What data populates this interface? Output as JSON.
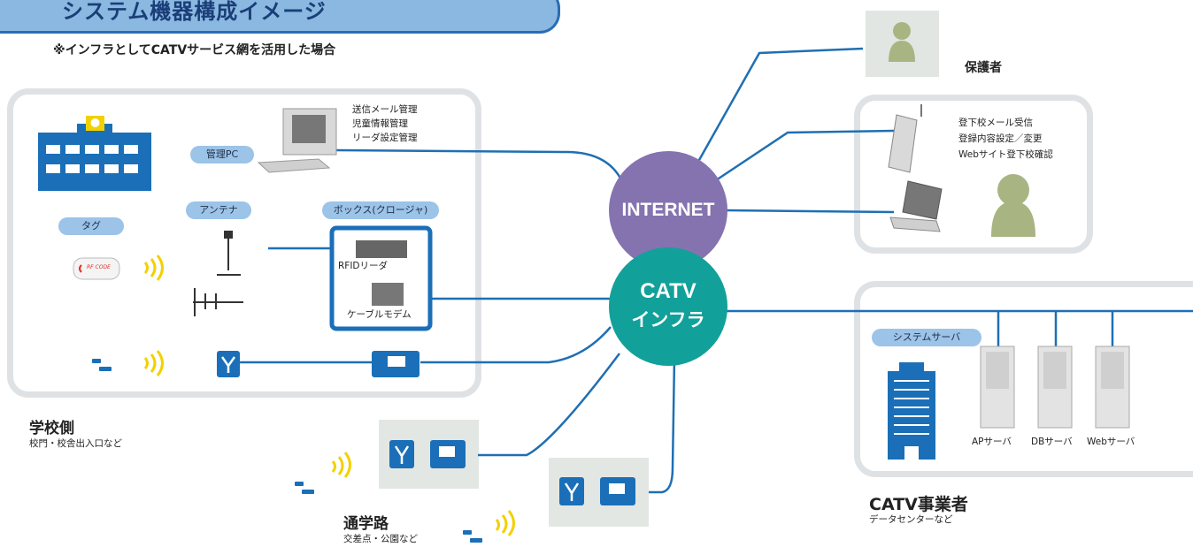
{
  "header": {
    "title": "システム機器構成イメージ",
    "subtitle": "※インフラとしてCATVサービス網を活用した場合"
  },
  "school": {
    "admin_pc_label": "管理PC",
    "admin_pc_desc": [
      "送信メール管理",
      "児童情報管理",
      "リーダ設定管理"
    ],
    "tag_label": "タグ",
    "tag_logo_text": "RF CODE",
    "antenna_label": "アンテナ",
    "box_label": "ボックス(クロージャ)",
    "rfid_reader_label": "RFIDリーダ",
    "cable_modem_label": "ケーブルモデム",
    "section_title": "学校側",
    "section_sub": "校門・校舎出入口など"
  },
  "route": {
    "section_title": "通学路",
    "section_sub": "交差点・公園など"
  },
  "network": {
    "internet_label": "INTERNET",
    "catv_label_line1": "CATV",
    "catv_label_line2": "インフラ"
  },
  "guardian": {
    "title": "保護者",
    "features": [
      "登下校メール受信",
      "登録内容設定／変更",
      "Webサイト登下校確認"
    ]
  },
  "operator": {
    "system_server_label": "システムサーバ",
    "servers": [
      "APサーバ",
      "DBサーバ",
      "Webサーバ"
    ],
    "section_title": "CATV事業者",
    "section_sub": "データセンターなど"
  },
  "colors": {
    "line": "#1f6fb3",
    "internet": "#8573b0",
    "catv": "#12a09a",
    "device": "#1a6fb8",
    "person": "#a8b582",
    "wave": "#f2d100"
  }
}
